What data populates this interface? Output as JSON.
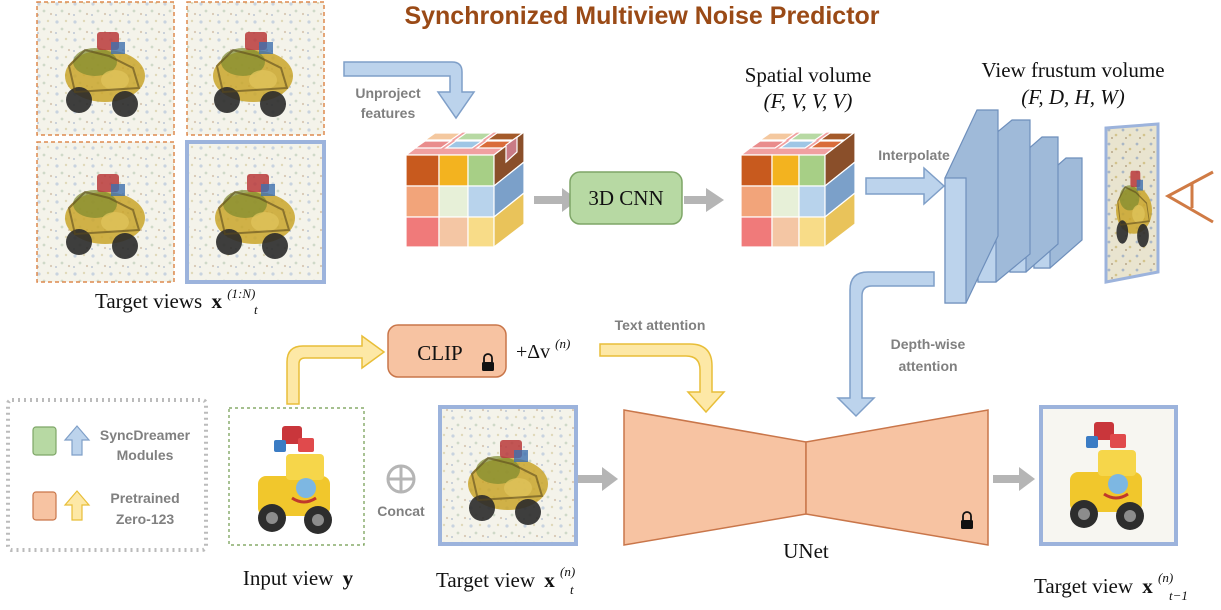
{
  "title": "Synchronized Multiview Noise Predictor",
  "colors": {
    "title": "#9a4a16",
    "blue_fill": "#bcd3ec",
    "blue_stroke": "#7f9fc8",
    "yellow_fill": "#fde8a6",
    "yellow_stroke": "#e8be38",
    "salmon_fill": "#f7c3a2",
    "salmon_stroke": "#c9764a",
    "green_fill": "#b7d9a3",
    "green_stroke": "#7ea667",
    "gray_arrow": "#b5b5b5",
    "label_gray": "#808080",
    "frame_blue": "#9cb3dc",
    "dashed_orange": "#dd8a4e"
  },
  "labels": {
    "unproject": [
      "Unproject",
      "features"
    ],
    "cnn": "3D CNN",
    "spatial_volume": "Spatial volume",
    "spatial_volume_dims": "(F, V, V, V)",
    "frustum_volume": "View frustum volume",
    "frustum_volume_dims": "(F, D, H, W)",
    "interpolate": "Interpolate",
    "target_views": "Target views",
    "target_views_math": "x",
    "target_views_sup": "(1:N)",
    "target_views_sub": "t",
    "clip": "CLIP",
    "delta_v": "+Δv",
    "delta_v_sup": "(n)",
    "text_attention": "Text attention",
    "depth_wise": [
      "Depth-wise",
      "attention"
    ],
    "concat": "Concat",
    "unet": "UNet",
    "input_view": "Input view",
    "input_view_math": "y",
    "target_view_n": "Target view",
    "target_view_n_math": "x",
    "target_view_n_sup": "(n)",
    "target_view_n_sub": "t",
    "target_view_out": "Target view",
    "target_view_out_math": "x",
    "target_view_out_sup": "(n)",
    "target_view_out_sub": "t−1"
  },
  "legend": {
    "items": [
      {
        "label": [
          "SyncDreamer",
          "Modules"
        ],
        "swatch": "#b7d9a3",
        "arrow_color": "#bcd3ec"
      },
      {
        "label": [
          "Pretrained",
          "Zero-123"
        ],
        "swatch": "#f7c3a2",
        "arrow_color": "#fde8a6"
      }
    ]
  },
  "icons": {
    "lock": "lock-icon",
    "concat": "circle-plus-icon"
  }
}
